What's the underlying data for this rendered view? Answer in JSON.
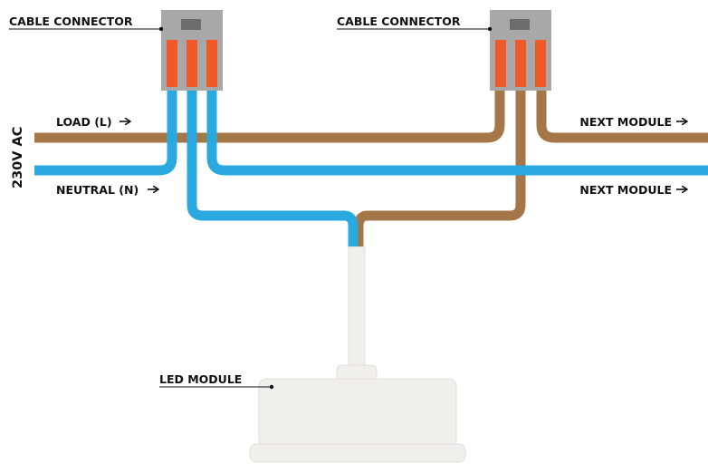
{
  "labels": {
    "connector_left": "CABLE CONNECTOR",
    "connector_right": "CABLE CONNECTOR",
    "load": "LOAD (L)",
    "neutral": "NEUTRAL (N)",
    "next_module_top": "NEXT MODULE",
    "next_module_bottom": "NEXT MODULE",
    "supply": "230V AC",
    "led_module": "LED MODULE"
  },
  "colors": {
    "live_wire": "#a57748",
    "neutral_wire": "#2aa9e0",
    "connector_body": "#a8a8a8",
    "connector_lever": "#ef5a28",
    "led_module": "#f1efec"
  }
}
